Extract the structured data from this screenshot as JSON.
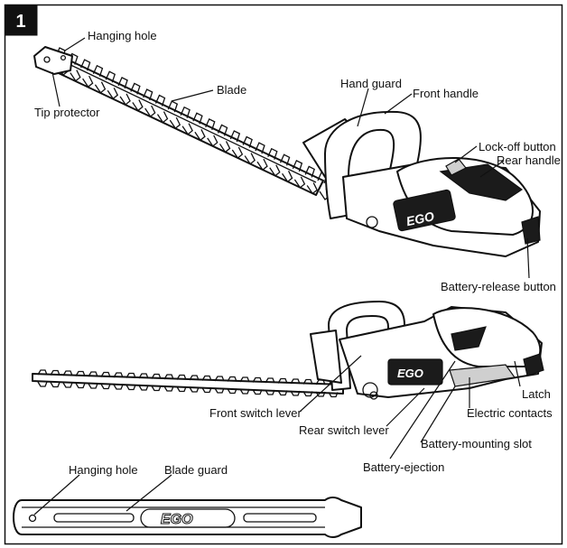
{
  "figure": {
    "number": "1",
    "brand_logo": "EGO",
    "views": {
      "top": {
        "labels": {
          "hanging_hole": "Hanging hole",
          "blade": "Blade",
          "tip_protector": "Tip protector",
          "hand_guard": "Hand guard",
          "front_handle": "Front handle",
          "lock_off_button": "Lock-off button",
          "rear_handle": "Rear handle",
          "battery_release_button": "Battery-release button"
        }
      },
      "middle": {
        "labels": {
          "front_switch_lever": "Front switch lever",
          "rear_switch_lever": "Rear switch lever",
          "latch": "Latch",
          "electric_contacts": "Electric contacts",
          "battery_mounting_slot": "Battery-mounting slot",
          "battery_ejection": "Battery-ejection"
        }
      },
      "bottom": {
        "labels": {
          "hanging_hole": "Hanging hole",
          "blade_guard": "Blade guard"
        }
      }
    }
  }
}
